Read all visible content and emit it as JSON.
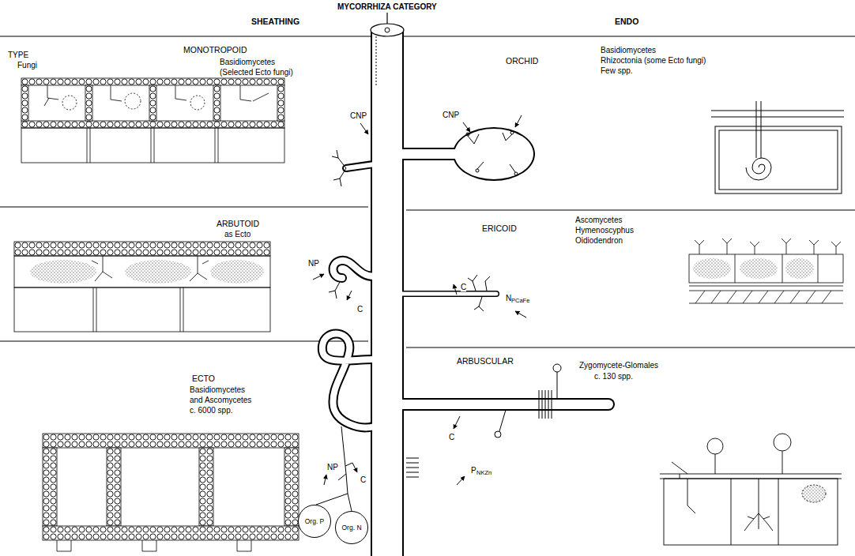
{
  "diagram": {
    "title": "MYCORRHIZA CATEGORY",
    "nodes": [
      {
        "text": [
          "Org. P"
        ]
      },
      {
        "text": [
          "Org. N"
        ]
      }
    ],
    "labels": [
      "SHEATHING",
      "ENDO",
      "TYPE",
      "Fungi",
      "MONOTROPOID",
      "Basidiomycetes",
      "(Selected Ecto fungi)",
      "ORCHID",
      "Basidiomycetes",
      "Rhizoctonia (some Ecto fungi)",
      "Few spp.",
      "CNP",
      "CNP",
      "ARBUTOID",
      "as Ecto",
      "ERICOID",
      "Ascomycetes",
      "Hymenoscyphus",
      "Oidiodendron",
      "NP",
      "C",
      "C",
      "N",
      "PCaFe",
      "ECTO",
      "Basidiomycetes",
      "and Ascomycetes",
      "c. 6000 spp.",
      "ARBUSCULAR",
      "Zygomycete-Glomales",
      "c. 130 spp.",
      "NP",
      "C",
      "C",
      "P",
      "NKZn"
    ]
  }
}
